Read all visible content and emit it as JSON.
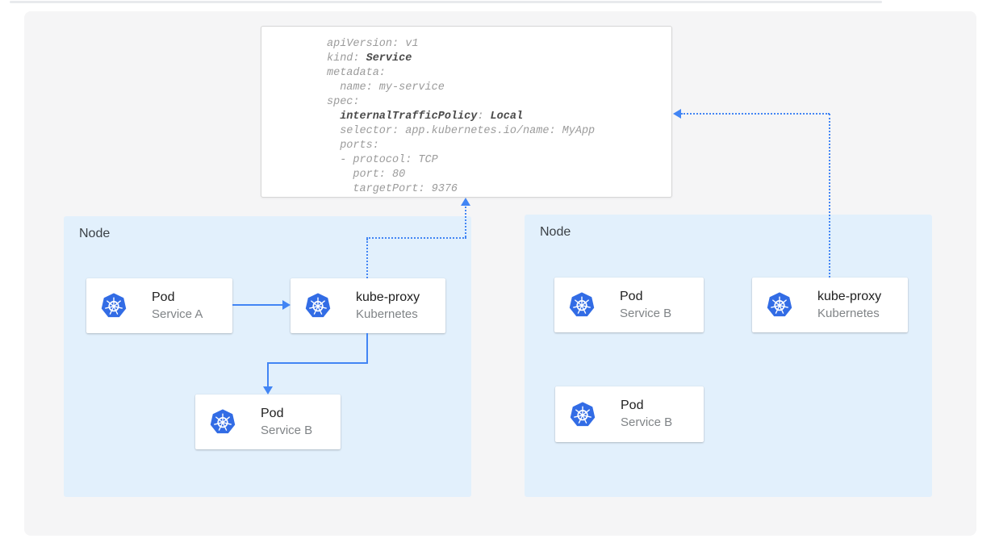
{
  "colors": {
    "accent_blue": "#4285f4",
    "kubernetes_blue": "#326ce5",
    "node_bg": "#e2f0fc",
    "panel_bg": "#f5f5f6"
  },
  "code_block": {
    "lines": [
      {
        "parts": [
          {
            "text": "apiVersion: v1",
            "bold": false
          }
        ]
      },
      {
        "parts": [
          {
            "text": "kind: ",
            "bold": false
          },
          {
            "text": "Service",
            "bold": true
          }
        ]
      },
      {
        "parts": [
          {
            "text": "metadata:",
            "bold": false
          }
        ]
      },
      {
        "parts": [
          {
            "text": "  name: my-service",
            "bold": false
          }
        ]
      },
      {
        "parts": [
          {
            "text": "spec:",
            "bold": false
          }
        ]
      },
      {
        "parts": [
          {
            "text": "  ",
            "bold": false
          },
          {
            "text": "internalTrafficPolicy",
            "bold": true
          },
          {
            "text": ": ",
            "bold": false
          },
          {
            "text": "Local",
            "bold": true
          }
        ]
      },
      {
        "parts": [
          {
            "text": "  selector: app.kubernetes.io/name: MyApp",
            "bold": false
          }
        ]
      },
      {
        "parts": [
          {
            "text": "  ports:",
            "bold": false
          }
        ]
      },
      {
        "parts": [
          {
            "text": "  - protocol: TCP",
            "bold": false
          }
        ]
      },
      {
        "parts": [
          {
            "text": "    port: 80",
            "bold": false
          }
        ]
      },
      {
        "parts": [
          {
            "text": "    targetPort: 9376",
            "bold": false
          }
        ]
      }
    ]
  },
  "nodes": {
    "left": {
      "label": "Node"
    },
    "right": {
      "label": "Node"
    }
  },
  "cards": {
    "pod_a": {
      "title": "Pod",
      "subtitle": "Service A",
      "icon": "kubernetes-icon"
    },
    "kube_proxy_left": {
      "title": "kube-proxy",
      "subtitle": "Kubernetes",
      "icon": "kubernetes-icon"
    },
    "pod_b_left": {
      "title": "Pod",
      "subtitle": "Service B",
      "icon": "kubernetes-icon"
    },
    "pod_b_right_top": {
      "title": "Pod",
      "subtitle": "Service B",
      "icon": "kubernetes-icon"
    },
    "kube_proxy_right": {
      "title": "kube-proxy",
      "subtitle": "Kubernetes",
      "icon": "kubernetes-icon"
    },
    "pod_b_right_bottom": {
      "title": "Pod",
      "subtitle": "Service B",
      "icon": "kubernetes-icon"
    }
  }
}
